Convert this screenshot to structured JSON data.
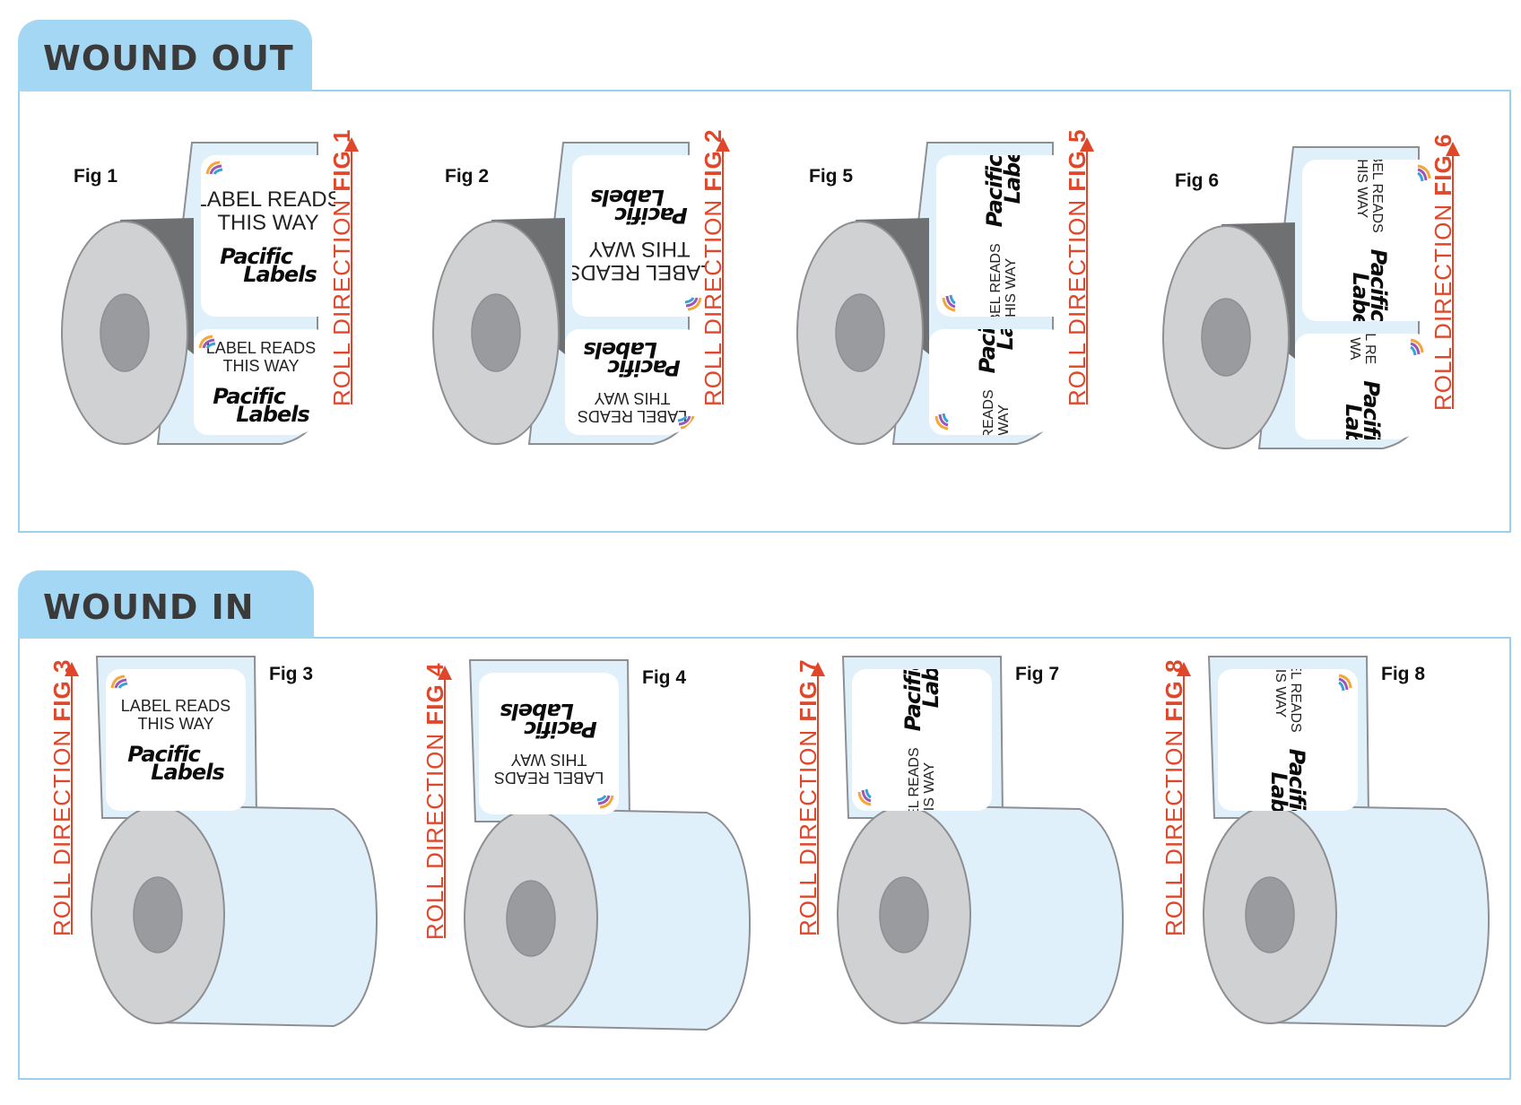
{
  "sections": [
    {
      "title": "WOUND OUT",
      "figures": [
        {
          "fig": "Fig 1",
          "direction_prefix": "ROLL DIRECTION ",
          "direction_fig": "FIG 1"
        },
        {
          "fig": "Fig 2",
          "direction_prefix": "ROLL DIRECTION ",
          "direction_fig": "FIG 2"
        },
        {
          "fig": "Fig 5",
          "direction_prefix": "ROLL DIRECTION ",
          "direction_fig": "FIG 5"
        },
        {
          "fig": "Fig 6",
          "direction_prefix": "ROLL DIRECTION ",
          "direction_fig": "FIG 6"
        }
      ]
    },
    {
      "title": "WOUND IN",
      "figures": [
        {
          "fig": "Fig 3",
          "direction_prefix": "ROLL DIRECTION ",
          "direction_fig": "FIG 3"
        },
        {
          "fig": "Fig 4",
          "direction_prefix": "ROLL DIRECTION ",
          "direction_fig": "FIG 4"
        },
        {
          "fig": "Fig 7",
          "direction_prefix": "ROLL DIRECTION ",
          "direction_fig": "FIG 7"
        },
        {
          "fig": "Fig 8",
          "direction_prefix": "ROLL DIRECTION ",
          "direction_fig": "FIG 8"
        }
      ]
    }
  ],
  "label": {
    "reads_line1": "LABEL READS",
    "reads_line2": "THIS WAY",
    "reads_partial_line1": "LABEL RE",
    "reads_partial_line2": "THIS WA",
    "logo_line1": "Pacific",
    "logo_line2": "Labels"
  },
  "colors": {
    "tab": "#a4d7f3",
    "border": "#9dd0ef",
    "liner": "#e0f0fb",
    "roll_face": "#d0d1d3",
    "roll_core": "#9a9b9e",
    "roll_shadow": "#6f7072",
    "accent": "#e0472a"
  }
}
